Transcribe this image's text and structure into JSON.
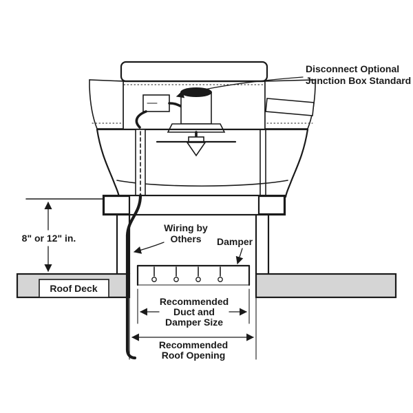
{
  "colors": {
    "line": "#1a1a1a",
    "roof_fill": "#d5d5d5",
    "background": "#ffffff"
  },
  "labels": {
    "callout_line1": "Disconnect Optional",
    "callout_line2": "Junction Box Standard",
    "height": "8\" or 12\" in.",
    "wiring_line1": "Wiring by",
    "wiring_line2": "Others",
    "damper": "Damper",
    "roof_deck": "Roof Deck",
    "duct_line1": "Recommended",
    "duct_line2": "Duct and",
    "duct_line3": "Damper Size",
    "opening_line1": "Recommended",
    "opening_line2": "Roof Opening"
  }
}
